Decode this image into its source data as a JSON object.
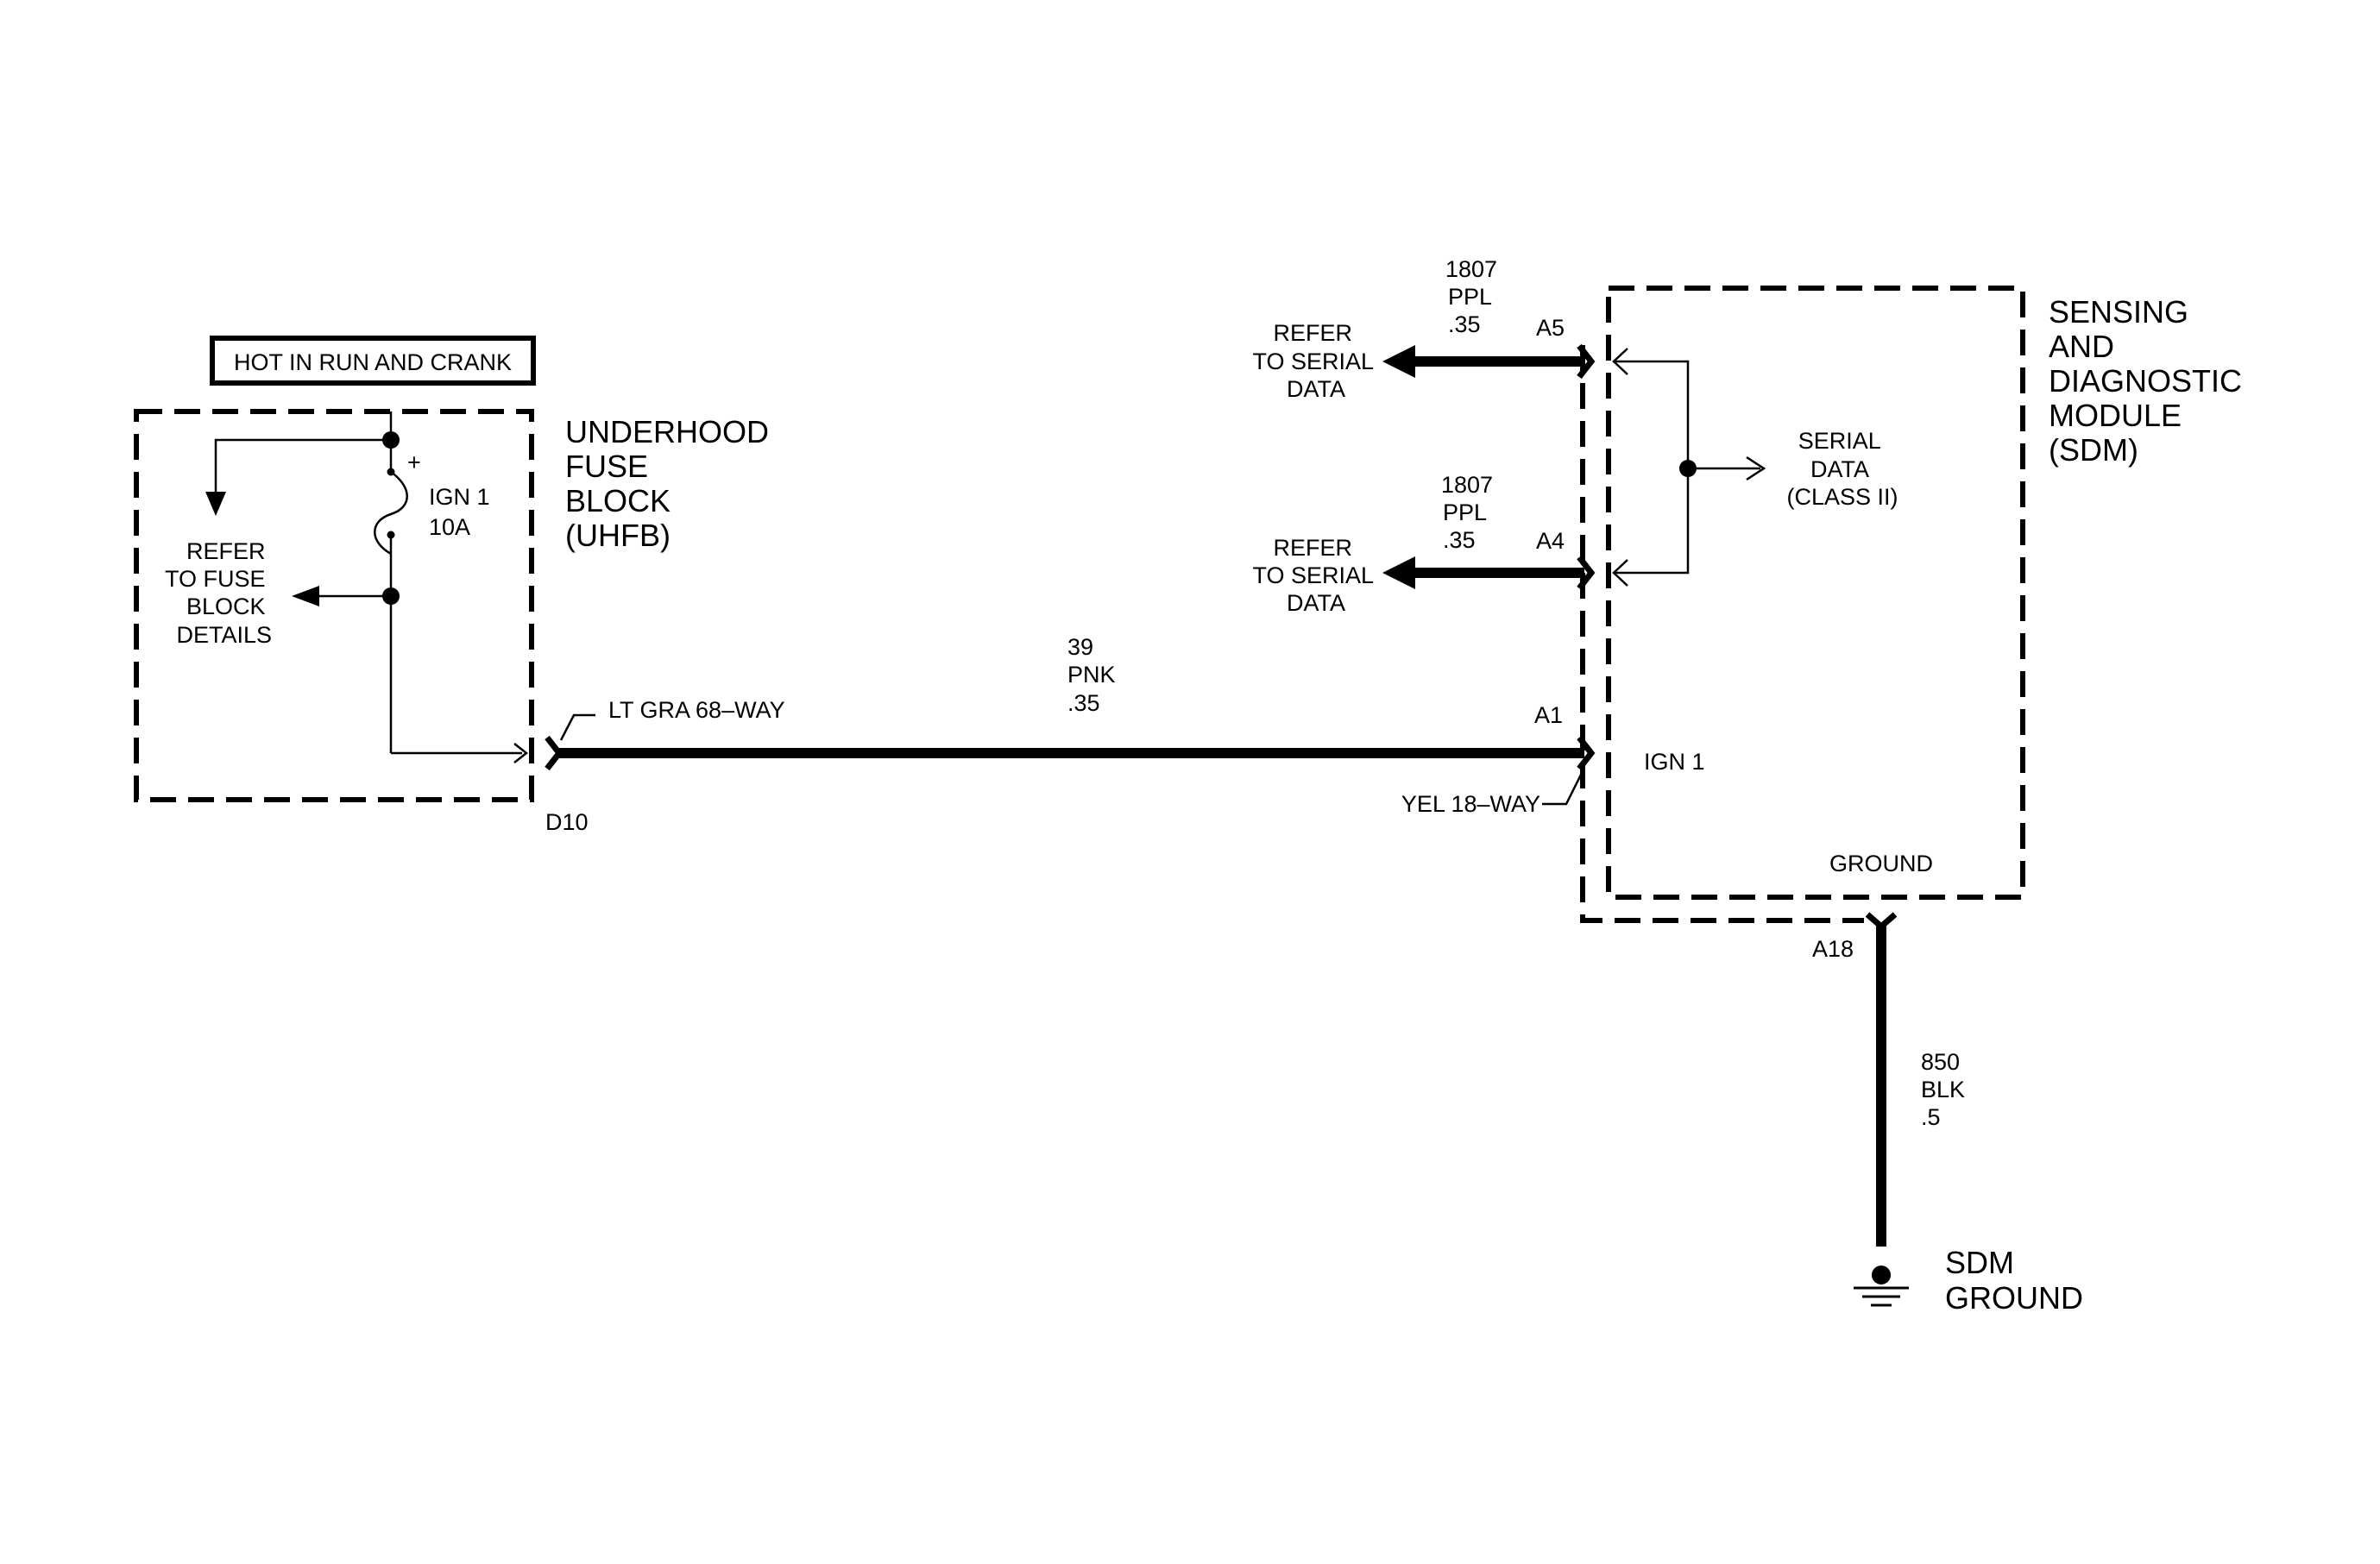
{
  "colors": {
    "ink": "#000000",
    "background": "#ffffff"
  },
  "uhfb": {
    "hot_label": "HOT IN RUN AND CRANK",
    "title": [
      "UNDERHOOD",
      "FUSE",
      "BLOCK",
      "(UHFB)"
    ],
    "fuse_name": "IGN 1",
    "fuse_rating": "10A",
    "fuse_polarity": "+",
    "refer": [
      "REFER",
      "TO FUSE",
      "BLOCK",
      "DETAILS"
    ],
    "connector": "LT GRA 68–WAY",
    "pin": "D10"
  },
  "ign_wire": {
    "circuit": "39",
    "color": "PNK",
    "gauge": ".35"
  },
  "serial_a5": {
    "circuit": "1807",
    "color": "PPL",
    "gauge": ".35",
    "pin": "A5",
    "refer": [
      "REFER",
      "TO SERIAL",
      "DATA"
    ]
  },
  "serial_a4": {
    "circuit": "1807",
    "color": "PPL",
    "gauge": ".35",
    "pin": "A4",
    "refer": [
      "REFER",
      "TO SERIAL",
      "DATA"
    ]
  },
  "sdm": {
    "title": [
      "SENSING",
      "AND",
      "DIAGNOSTIC",
      "MODULE",
      "(SDM)"
    ],
    "serial_label": [
      "SERIAL",
      "DATA",
      "(CLASS II)"
    ],
    "ign_pin": "A1",
    "ign_label": "IGN 1",
    "connector": "YEL 18–WAY",
    "ground_label": "GROUND",
    "ground_pin": "A18"
  },
  "ground_wire": {
    "circuit": "850",
    "color": "BLK",
    "gauge": ".5"
  },
  "ground_point": [
    "SDM",
    "GROUND"
  ]
}
